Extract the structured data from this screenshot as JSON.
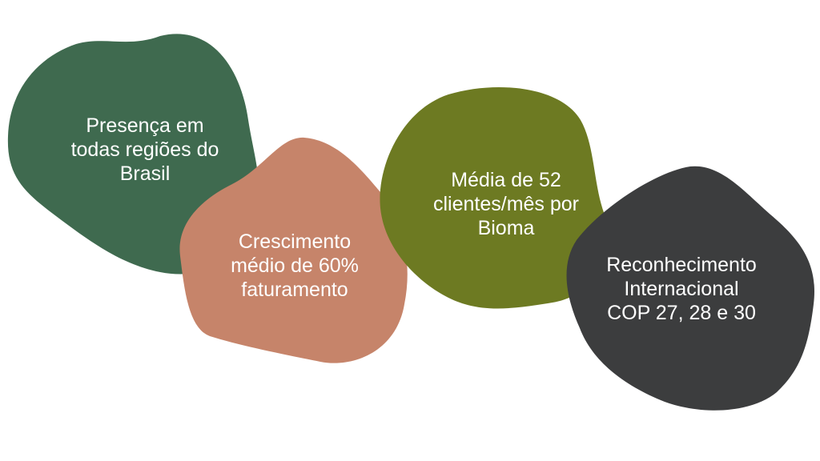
{
  "blobs": [
    {
      "lines": [
        "Presença em",
        "todas regiões do",
        "Brasil"
      ],
      "color": "#3f6a4f"
    },
    {
      "lines": [
        "Crescimento",
        "médio de 60%",
        "faturamento"
      ],
      "color": "#c6846a"
    },
    {
      "lines": [
        "Média de 52",
        "clientes/mês por",
        "Bioma"
      ],
      "color": "#6d7a22"
    },
    {
      "lines": [
        "Reconhecimento",
        "Internacional",
        "COP 27, 28 e 30"
      ],
      "color": "#3c3d3e"
    }
  ]
}
